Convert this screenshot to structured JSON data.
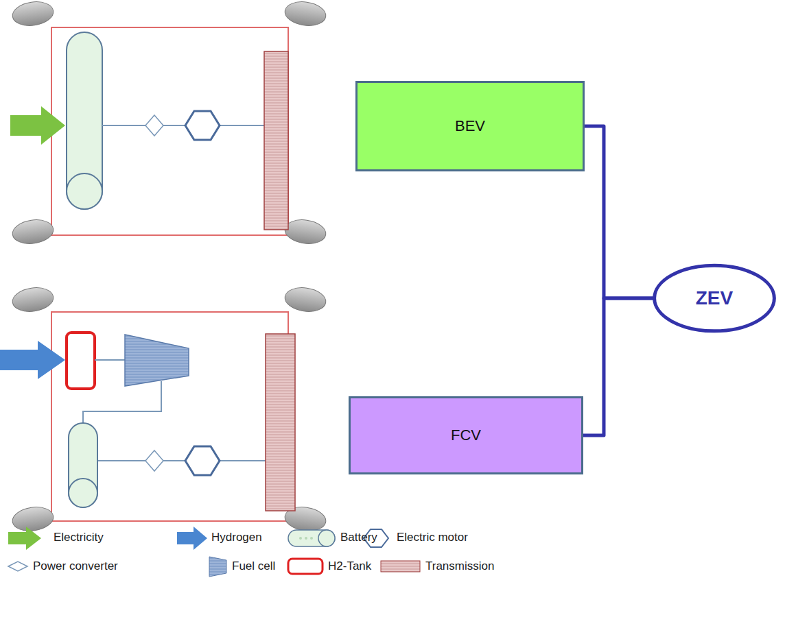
{
  "diagram": {
    "nodes": [
      {
        "text": [
          "BEV"
        ]
      },
      {
        "text": [
          "FCV"
        ]
      },
      {
        "text": [
          "ZEV"
        ]
      }
    ],
    "edges": [
      {
        "from": 0,
        "to": 2,
        "arrow": "none"
      },
      {
        "from": 1,
        "to": 2,
        "arrow": "none"
      }
    ],
    "legend": [
      {
        "text": "Electricity"
      },
      {
        "text": "Hydrogen"
      },
      {
        "text": "Battery"
      },
      {
        "text": "Electric motor"
      },
      {
        "text": "Power converter"
      },
      {
        "text": "Fuel cell"
      },
      {
        "text": "H2-Tank"
      },
      {
        "text": "Transmission"
      }
    ]
  }
}
